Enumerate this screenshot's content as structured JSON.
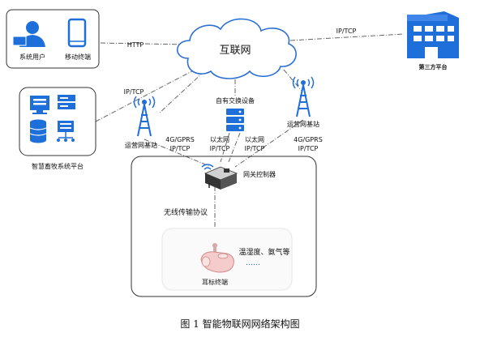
{
  "cloud": {
    "label": "互联网"
  },
  "users_box": {
    "user_label": "系统用户",
    "mobile_label": "移动终端"
  },
  "third_party": {
    "label": "第三方平台"
  },
  "platform": {
    "label": "智慧畜牧系统平台"
  },
  "own_switch": {
    "label": "自有交换设备"
  },
  "base_station_left": {
    "label": "运营网基站"
  },
  "base_station_right": {
    "label": "运营网基站"
  },
  "links": {
    "http": "HTTP",
    "iptcp_right": "IP/TCP",
    "iptcp_left": "IP/TCP",
    "gprs_left_1": "4G/GPRS",
    "gprs_left_2": "IP/TCP",
    "eth_a_1": "以太网",
    "eth_a_2": "IP/TCP",
    "eth_b_1": "以太网",
    "eth_b_2": "IP/TCP",
    "gprs_right_1": "4G/GPRS",
    "gprs_right_2": "IP/TCP"
  },
  "gateway": {
    "label": "网关控制器"
  },
  "wireless": {
    "label": "无线传输协议"
  },
  "sensing": {
    "label": "温湿度、氨气等",
    "dots": "……"
  },
  "ear_tag": {
    "label": "耳标终端"
  },
  "caption": "图 1  智能物联网网络架构图",
  "colors": {
    "accent": "#1e6fd9",
    "line": "#555555",
    "cloud_stroke": "#2a6fd6"
  }
}
